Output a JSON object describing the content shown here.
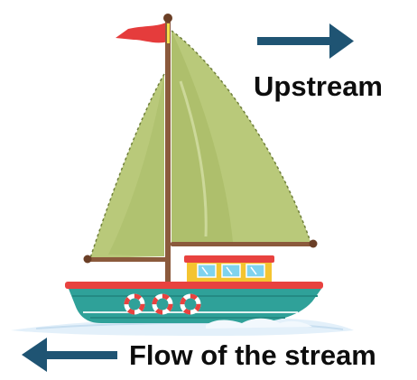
{
  "labels": {
    "upstream": "Upstream",
    "flow": "Flow of the stream"
  },
  "arrows": {
    "upstream_direction": "right",
    "flow_direction": "left"
  },
  "colors": {
    "arrow": "#1f5473",
    "sail": "#b9c97a",
    "sail_shadow": "#9fb25d",
    "mast": "#8b5a3c",
    "flag": "#e53c3c",
    "hull_top": "#2fa199",
    "hull_stripe": "#e8423f",
    "cabin": "#f4c430",
    "window": "#7fd3ee",
    "water": "#d9ecf8"
  },
  "icons": {
    "boat": "sailboat-icon",
    "upstream_arrow": "arrow-right-icon",
    "flow_arrow": "arrow-left-icon"
  }
}
